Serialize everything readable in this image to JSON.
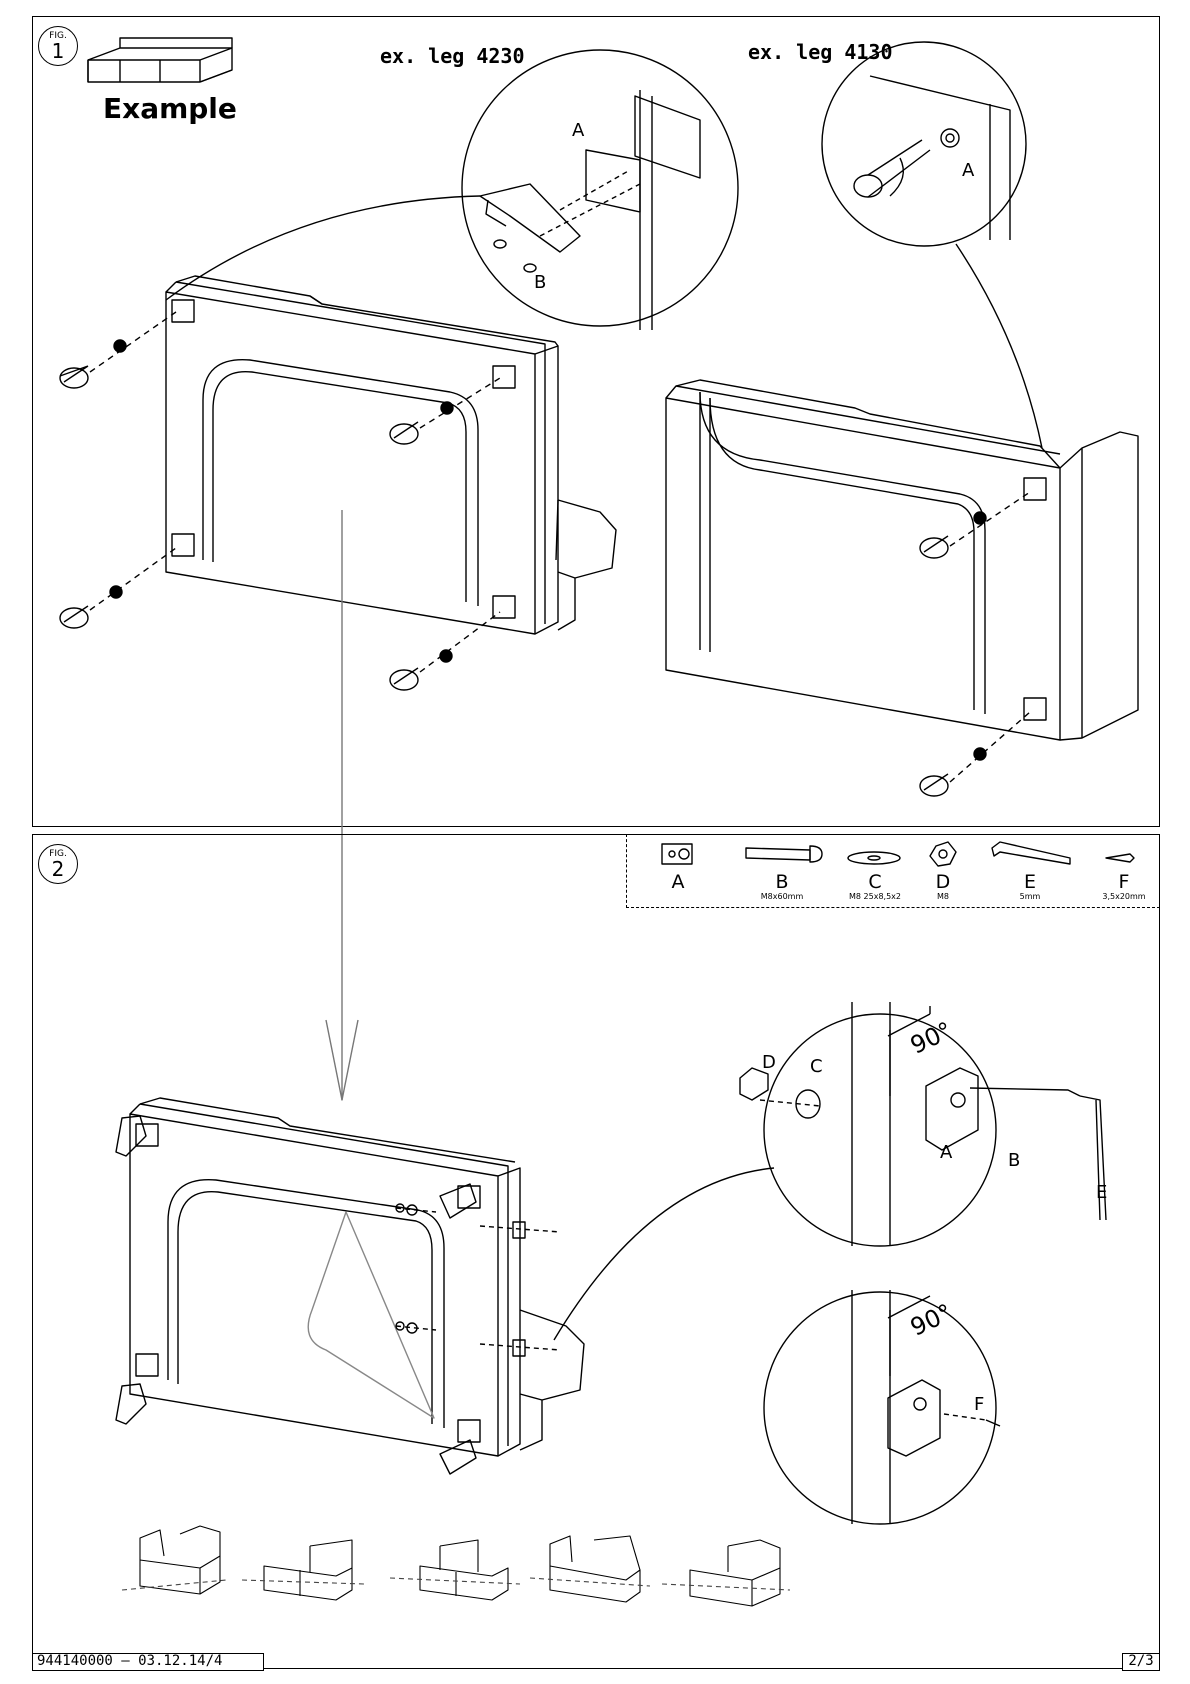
{
  "fig1": {
    "badge_label": "FIG.",
    "badge_number": "1",
    "example_label": "Example",
    "leg_left": "ex. leg 4230",
    "leg_right": "ex. leg 4130",
    "detail_left_letters": {
      "a": "A",
      "b": "B"
    },
    "detail_right_letters": {
      "a": "A"
    }
  },
  "fig2": {
    "badge_label": "FIG.",
    "badge_number": "2",
    "parts": [
      {
        "code": "A",
        "size": ""
      },
      {
        "code": "B",
        "size": "M8x60mm"
      },
      {
        "code": "C",
        "size": "M8  25x8,5x2"
      },
      {
        "code": "D",
        "size": "M8"
      },
      {
        "code": "E",
        "size": "5mm"
      },
      {
        "code": "F",
        "size": "3,5x20mm"
      }
    ],
    "detail_top": {
      "angle": "90°",
      "d": "D",
      "c": "C",
      "a": "A",
      "b": "B",
      "e": "E"
    },
    "detail_bottom": {
      "angle": "90°",
      "f": "F"
    }
  },
  "footer": {
    "code": "944140000 – 03.12.14/4",
    "page": "2/3"
  }
}
